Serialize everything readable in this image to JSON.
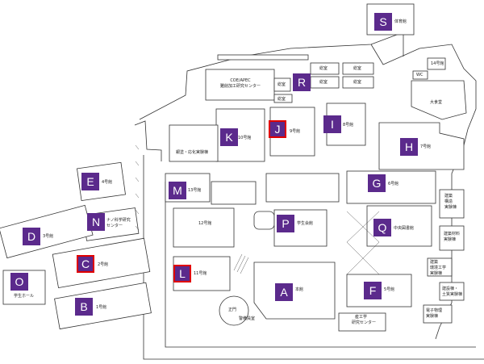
{
  "colors": {
    "marker_fill": "#5b2a8c",
    "marker_text": "#ffffff",
    "highlight_border": "#e00000"
  },
  "markers": {
    "S": "S",
    "R": "R",
    "K": "K",
    "J": "J",
    "I": "I",
    "H": "H",
    "E": "E",
    "M": "M",
    "G": "G",
    "N": "N",
    "D": "D",
    "P": "P",
    "Q": "Q",
    "C": "C",
    "L": "L",
    "O": "O",
    "A": "A",
    "F": "F",
    "B": "B"
  },
  "highlighted_markers": [
    "J",
    "C",
    "L"
  ],
  "labels": {
    "gym": "体育館",
    "bldg14": "14号館",
    "wc": "WC",
    "coe_line1": "COE/APEC",
    "coe_line2": "難削加工研究センター",
    "hall1": "総室",
    "hall2": "総室",
    "hall3": "総室",
    "hall4": "総室",
    "hall5": "総室",
    "hall6": "総室",
    "daishokudo": "大食堂",
    "bldg10": "10号館",
    "bldg9": "9号館",
    "bldg8": "8号館",
    "bldg7": "7号館",
    "kiso_lab": "銀塗・応化実験棟",
    "bldg4": "4号館",
    "bldg13": "13号館",
    "bldg6": "6号館",
    "bldg12": "12号館",
    "nano_line1": "ナノ科学研究",
    "nano_line2": "センター",
    "bldg3": "3号館",
    "student_hall": "学生会館",
    "central_library": "中央図書館",
    "kenchiku_line1": "建築",
    "kenchiku_line2": "構造",
    "kenchiku_line3": "実験棟",
    "kankyo_line1": "建築材料",
    "kankyo_line2": "実験棟",
    "bldg2": "2号館",
    "bldg11": "11号館",
    "jiban_line1": "建築",
    "jiban_line2": "環境工学",
    "jiban_line3": "実験棟",
    "doboku_line1": "建設棟・",
    "doboku_line2": "土質実験棟",
    "student_hall_o": "学生ホール",
    "honkan": "本館",
    "bldg5": "5号館",
    "densi_line1": "電子物理",
    "densi_line2": "実験棟",
    "main_gate": "正門",
    "keibi": "警備員室",
    "sanko_line1": "産工学",
    "sanko_line2": "研究センター",
    "bldg1": "1号館"
  }
}
